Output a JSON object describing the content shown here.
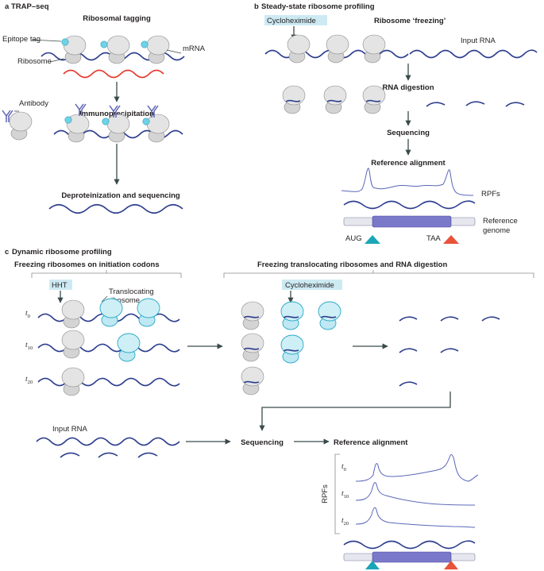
{
  "panel_a": {
    "letter": "a",
    "title": "TRAP–seq",
    "step_tagging": "Ribosomal tagging",
    "label_epitope": "Epitope tag",
    "label_ribosome": "Ribosome",
    "label_mrna": "mRNA",
    "label_antibody": "Antibody",
    "step_ip": "Immunoprecipitation",
    "step_deprot": "Deproteinization and sequencing"
  },
  "panel_b": {
    "letter": "b",
    "title": "Steady-state ribosome profiling",
    "drug": "Cycloheximide",
    "freezing": "Ribosome ‘freezing’",
    "input_rna": "Input RNA",
    "step_digestion": "RNA digestion",
    "step_sequencing": "Sequencing",
    "step_alignment": "Reference alignment",
    "rpfs": "RPFs",
    "reference": "Reference",
    "genome": "genome",
    "start_codon": "AUG",
    "stop_codon": "TAA"
  },
  "panel_c": {
    "letter": "c",
    "title": "Dynamic ribosome profiling",
    "bracket_left": "Freezing ribosomes on initiation codons",
    "bracket_right": "Freezing translocating ribosomes and RNA digestion",
    "drug1": "HHT",
    "drug2": "Cycloheximide",
    "translocating_1": "Translocating",
    "translocating_2": "ribosome",
    "t_letter": "t",
    "t0": "0",
    "t10": "10",
    "t20": "20",
    "input_rna": "Input RNA",
    "step_sequencing": "Sequencing",
    "step_alignment": "Reference alignment",
    "rpfs": "RPFs"
  },
  "colors": {
    "mrna": "#2e3f8f",
    "control_rna": "#e63b2e",
    "ribosome_grey": "#e4e4e4",
    "ribosome_tagged": "#29a9c8",
    "antibody": "#5b63b5",
    "start_marker": "#1aa6b7",
    "stop_marker": "#e8533a",
    "cds": "#7a78c8"
  }
}
